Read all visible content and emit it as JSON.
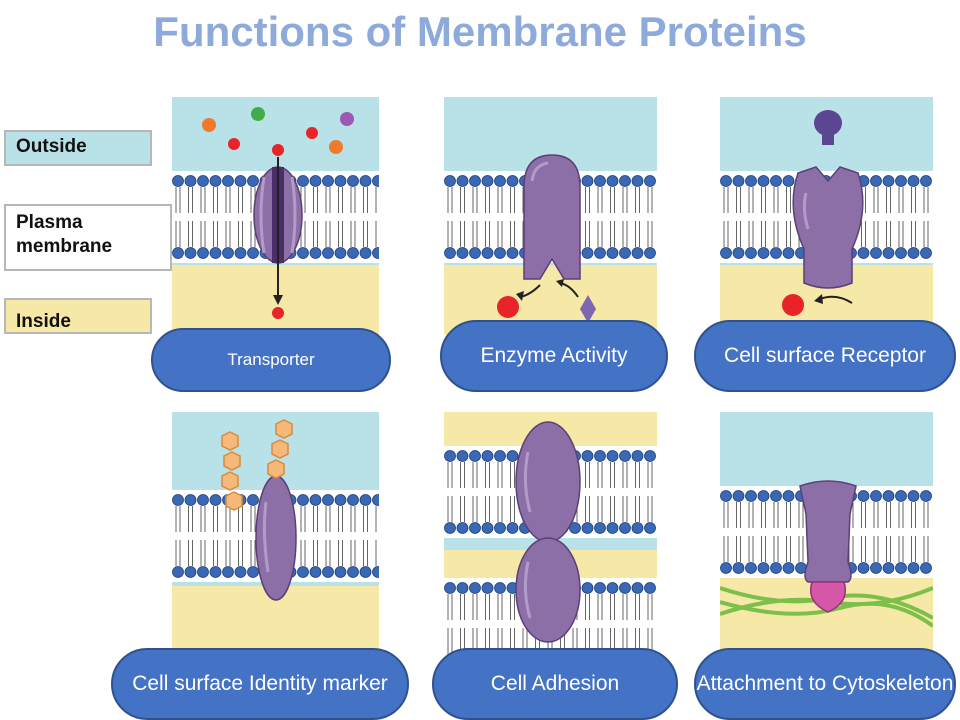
{
  "title": "Functions of Membrane Proteins",
  "legend": {
    "outside": "Outside",
    "plasma_membrane": "Plasma membrane",
    "inside": "Inside"
  },
  "functions": [
    {
      "label": "Transporter"
    },
    {
      "label": "Enzyme Activity"
    },
    {
      "label": "Cell surface Receptor"
    },
    {
      "label": "Cell surface Identity marker"
    },
    {
      "label": "Cell Adhesion"
    },
    {
      "label": "Attachment to Cytoskeleton"
    }
  ],
  "colors": {
    "title": "#8eaadb",
    "outside": "#b9e1e8",
    "inside": "#f6e8a6",
    "lipid_head": "#3b68b5",
    "protein": "#8d6fa8",
    "label_pill": "#4472c4",
    "molecule_red": "#e8232a",
    "cytoskeleton": "#7cbf4a",
    "identity_marker": "#f5b97a"
  }
}
